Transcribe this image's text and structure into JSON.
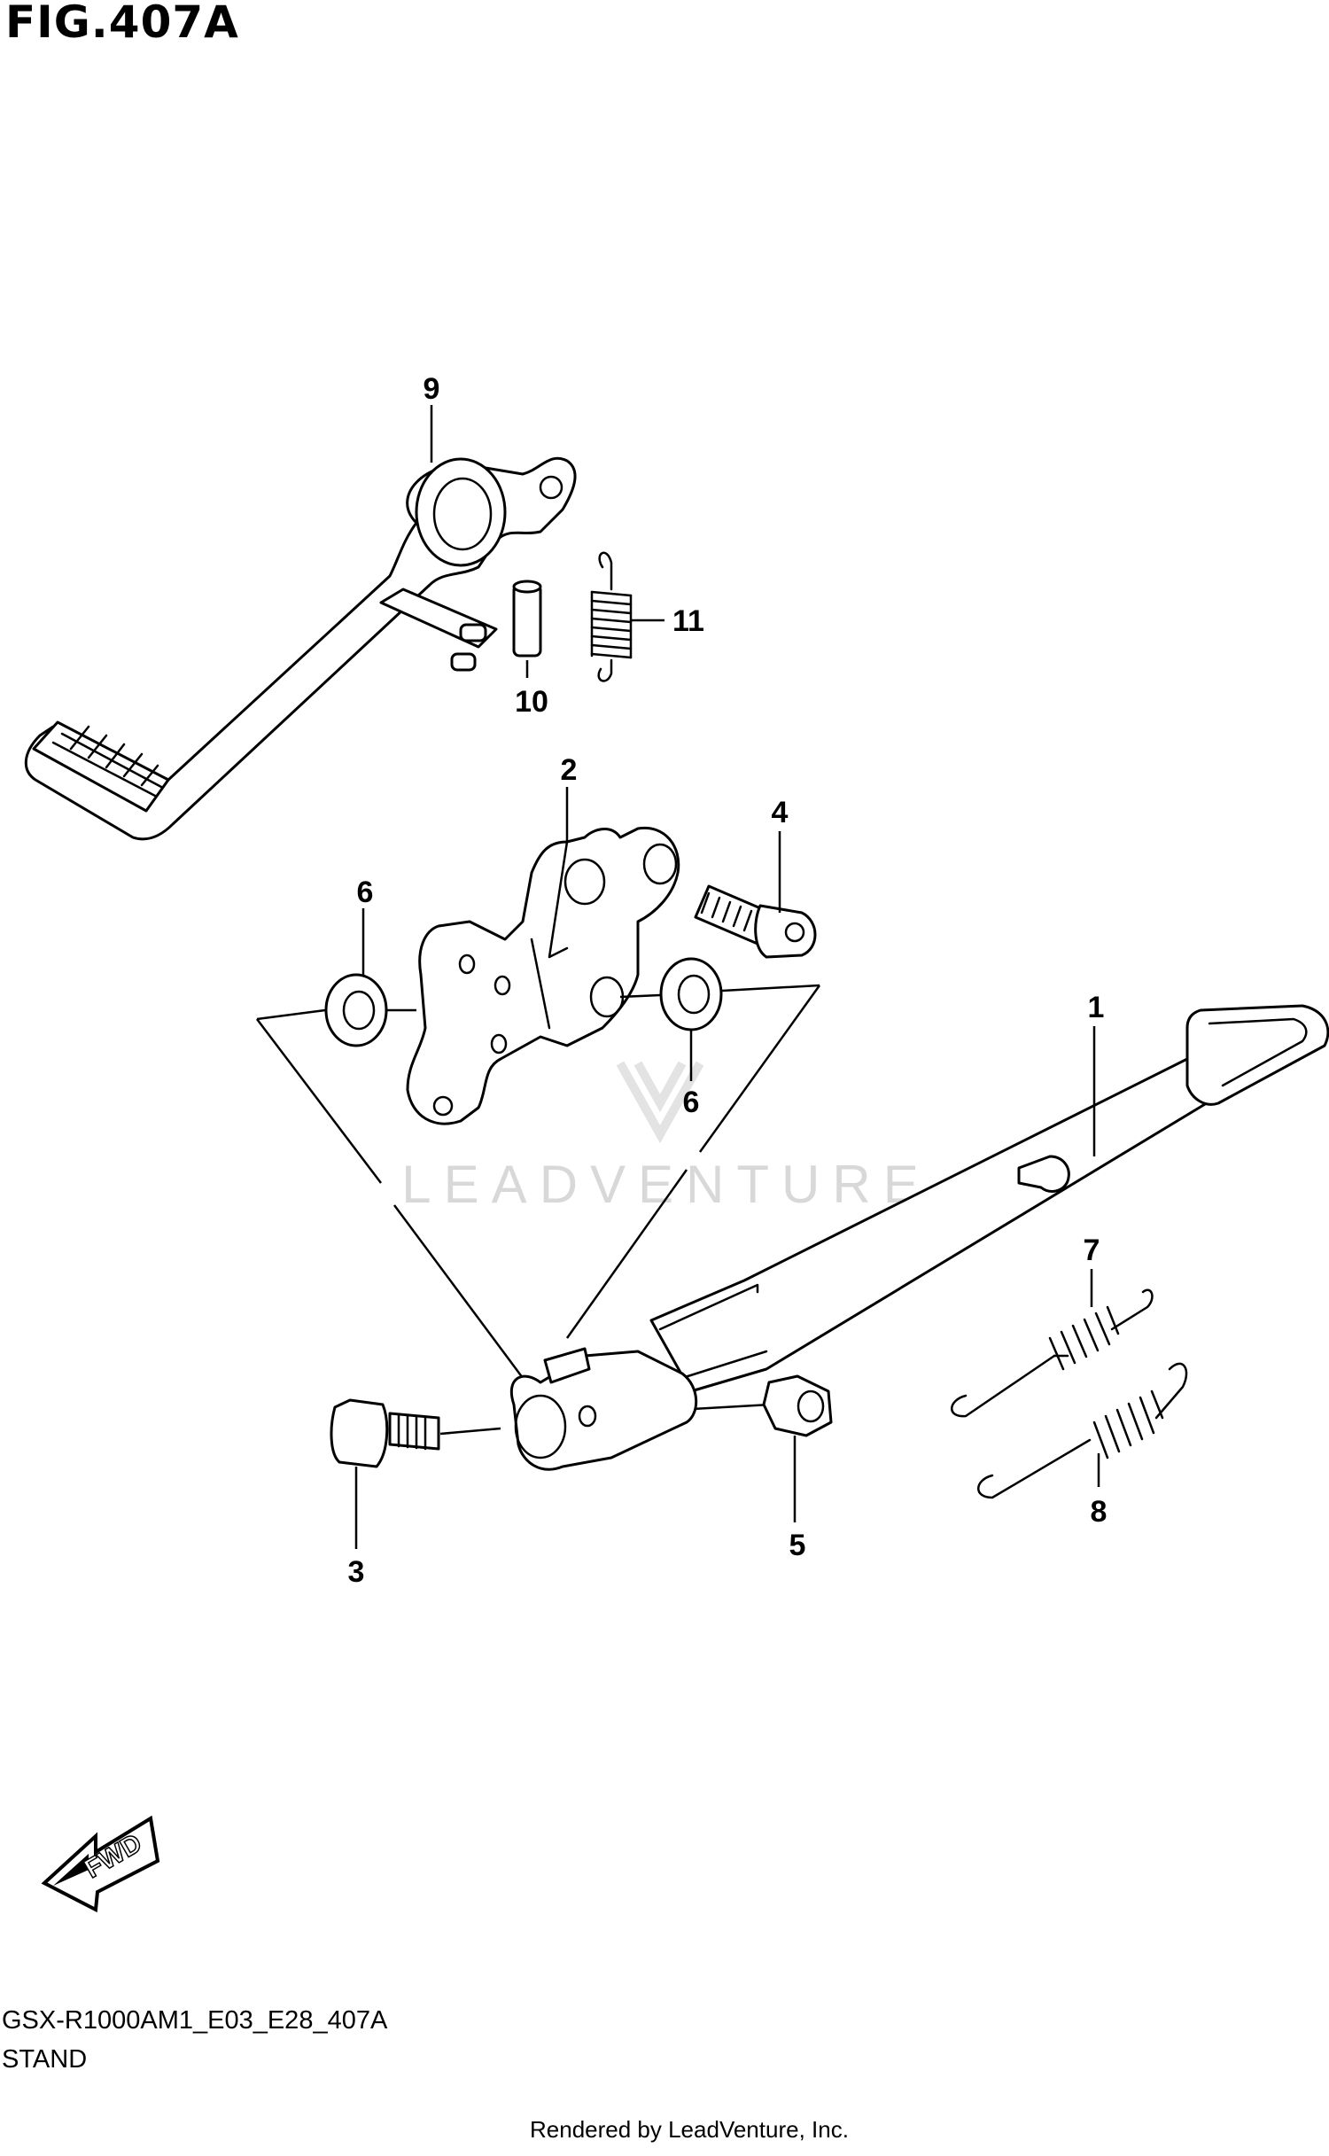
{
  "figure": {
    "title": "FIG.407A",
    "code": "GSX-R1000AM1_E03_E28_407A",
    "name": "STAND",
    "credit": "Rendered by LeadVenture, Inc.",
    "watermark": "LEADVENTURE",
    "direction_label": "FWD"
  },
  "callouts": [
    "1",
    "2",
    "3",
    "4",
    "5",
    "6",
    "6",
    "7",
    "8",
    "9",
    "10",
    "11"
  ]
}
